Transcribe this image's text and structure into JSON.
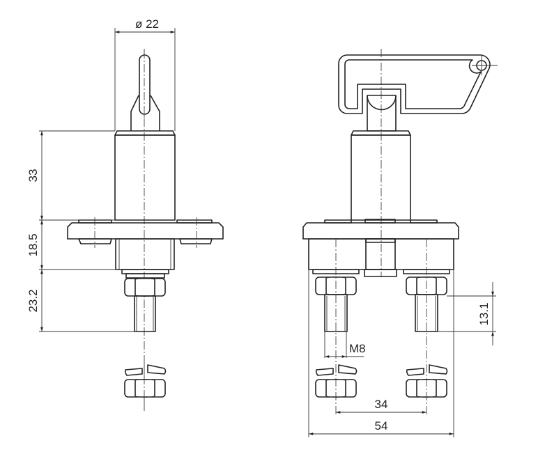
{
  "title": "Battery master switch dimensional drawing",
  "dimensions": {
    "diameter": "ø 22",
    "body_height": "33",
    "flange_height": "18.5",
    "stud_length": "23.2",
    "thread_length": "13.1",
    "thread": "M8",
    "stud_spacing": "34",
    "overall_width": "54"
  }
}
